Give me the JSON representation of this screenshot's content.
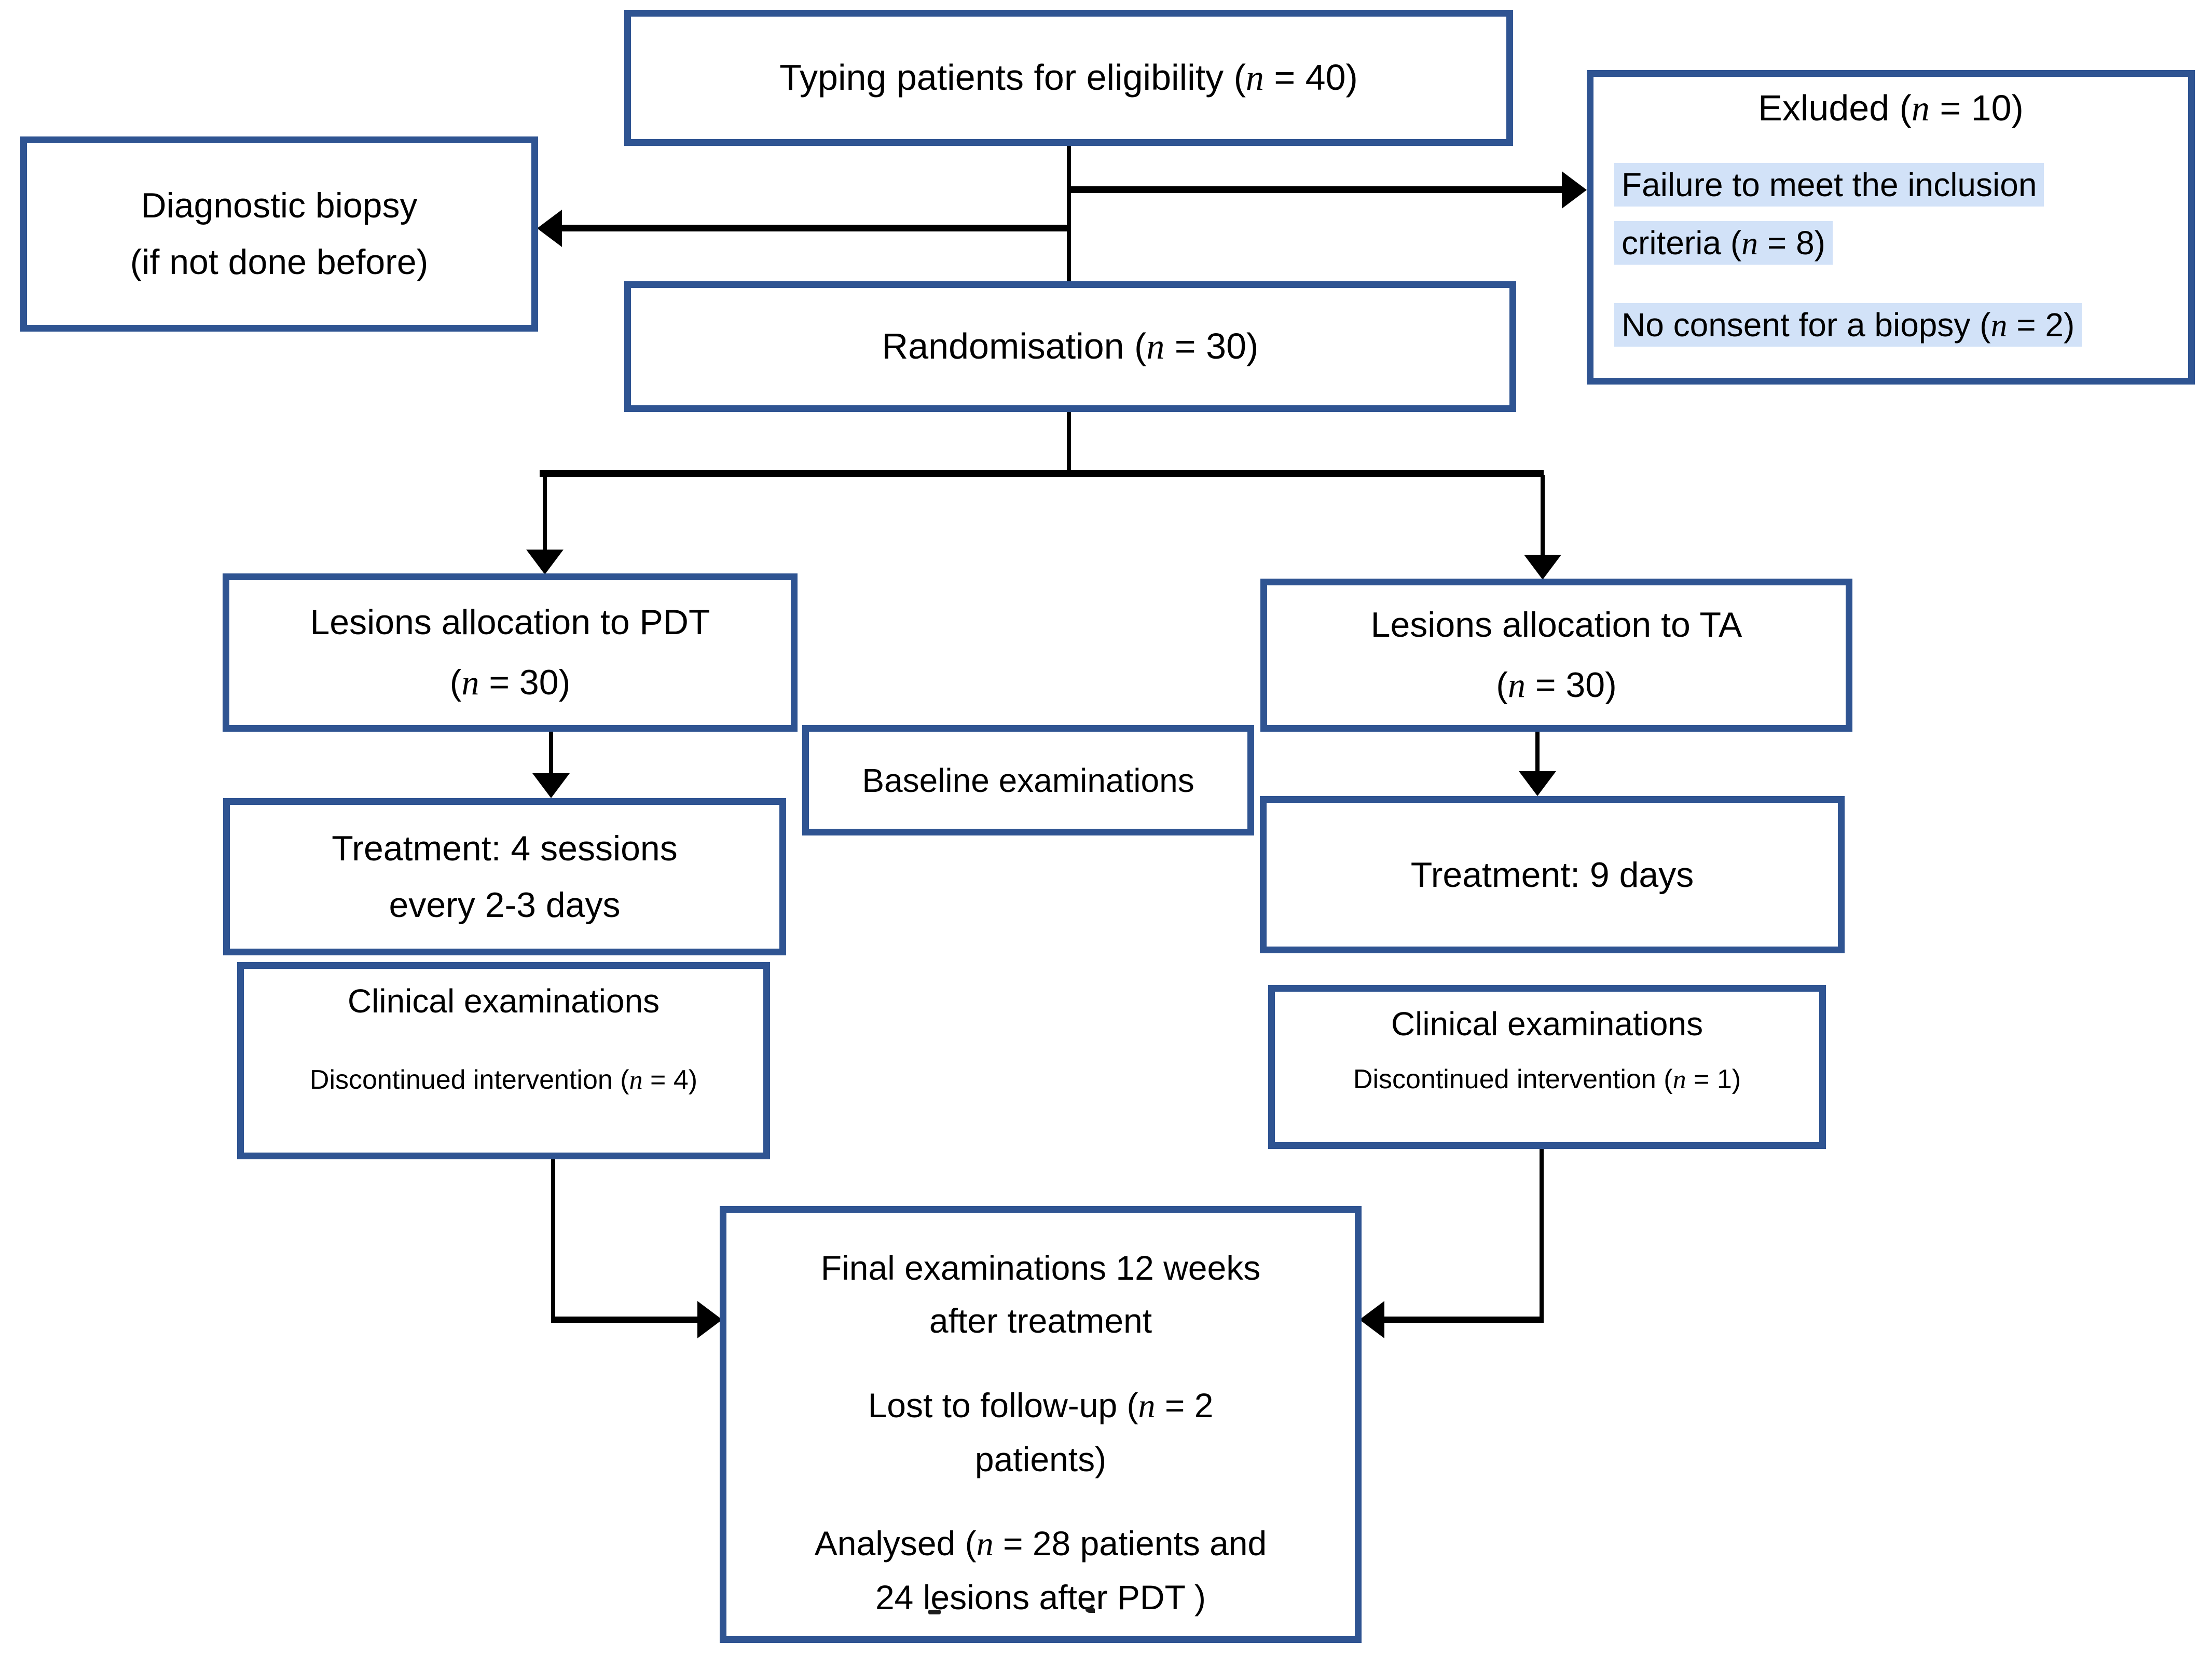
{
  "colors": {
    "box_border": "#2F5492",
    "highlight": "#D2E2F8",
    "connector_line": "#000000",
    "text": "#000000"
  },
  "flow": {
    "screening": {
      "pre": "Typing patients for eligibility (",
      "n": "n",
      "post": " = 40)"
    },
    "excluded": {
      "title": {
        "pre": "Exluded (",
        "n": "n",
        "post": " = 10)"
      },
      "reasons": [
        {
          "pre": "Failure to meet the inclusion criteria (",
          "n": "n",
          "post": " = 8)"
        },
        {
          "pre": "No consent for a biopsy (",
          "n": "n",
          "post": " = 2)"
        }
      ]
    },
    "diagnostic": {
      "line1": "Diagnostic biopsy",
      "line2": "(if not done before)"
    },
    "randomisation": {
      "pre": "Randomisation (",
      "n": "n",
      "post": " = 30)"
    },
    "pdt_allocation": {
      "line1": "Lesions allocation to PDT",
      "count": {
        "pre": "(",
        "n": "n",
        "post": " = 30)"
      }
    },
    "ta_allocation": {
      "line1": "Lesions allocation to TA",
      "count": {
        "pre": "(",
        "n": "n",
        "post": " = 30)"
      }
    },
    "baseline": {
      "label": "Baseline examinations"
    },
    "treatment_pdt": {
      "line1": "Treatment: 4 sessions",
      "line2": "every 2-3 days"
    },
    "treatment_ta": {
      "label": "Treatment: 9 days"
    },
    "clinical_pdt": {
      "title": "Clinical examinations",
      "discontinued": {
        "pre": "Discontinued intervention (",
        "n": "n",
        "post": " = 4)"
      }
    },
    "clinical_ta": {
      "title": "Clinical examinations",
      "discontinued": {
        "pre": "Discontinued intervention (",
        "n": "n",
        "post": " = 1)"
      }
    },
    "final": {
      "line1": "Final examinations 12 weeks",
      "line2": "after  treatment",
      "lost": {
        "pre": "Lost to follow-up (",
        "n": "n",
        "post": " = 2"
      },
      "lost2": "patients)",
      "analysed": {
        "pre": "Analysed (",
        "n": "n",
        "post": " = 28 patients and"
      },
      "analysed2": "24 lesions after PDT )"
    }
  }
}
